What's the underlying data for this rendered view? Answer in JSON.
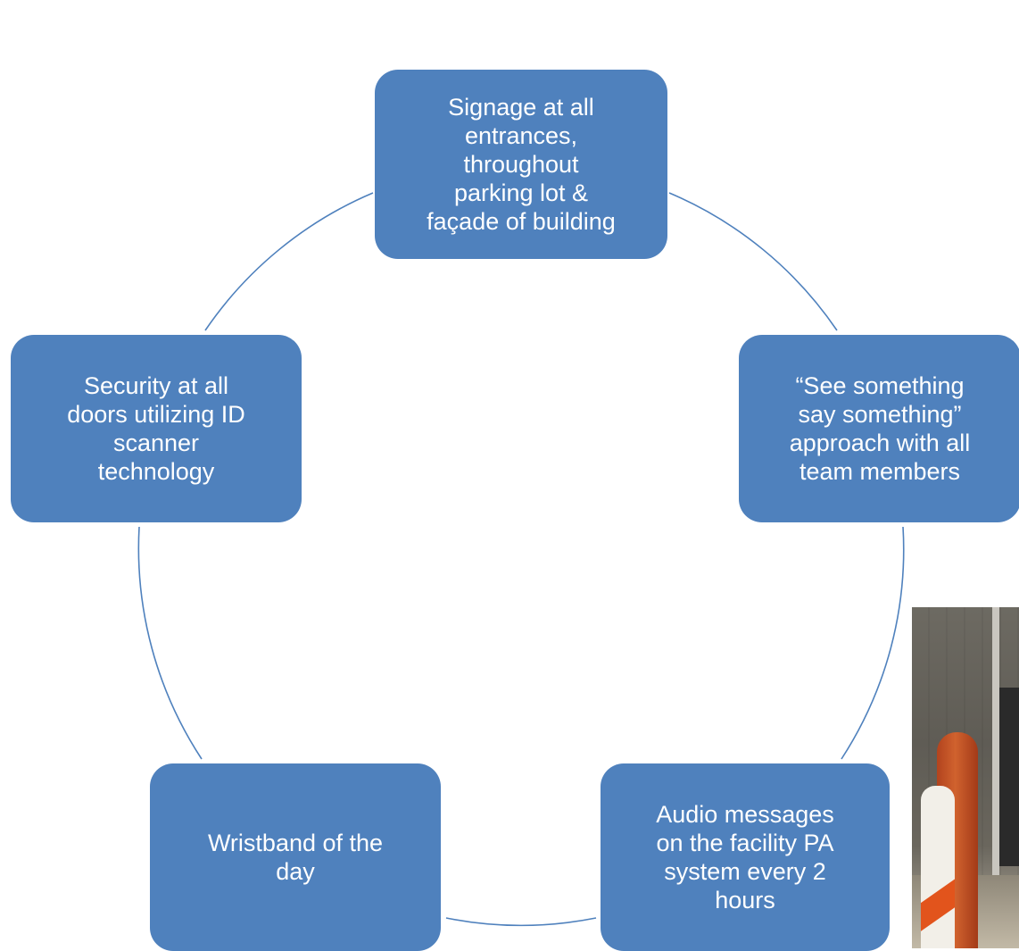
{
  "diagram": {
    "type": "cycle",
    "colors": {
      "node_fill": "#4f81bd",
      "node_text": "#ffffff",
      "connector": "#4f81bd"
    },
    "nodes": [
      {
        "id": "top",
        "lines": [
          "Signage at all",
          "entrances,",
          "throughout",
          "parking lot &",
          "façade of building"
        ]
      },
      {
        "id": "right",
        "lines": [
          "“See something",
          "say something”",
          "approach with all",
          "team members"
        ]
      },
      {
        "id": "bottom-right",
        "lines": [
          "Audio messages",
          "on the facility PA",
          "system every 2",
          "hours"
        ]
      },
      {
        "id": "bottom-left",
        "lines": [
          "Wristband of the",
          "day"
        ]
      },
      {
        "id": "left",
        "lines": [
          "Security at all",
          "doors utilizing ID",
          "scanner",
          "technology"
        ]
      }
    ]
  },
  "photo": {
    "description_icon": "photo-fragment"
  }
}
